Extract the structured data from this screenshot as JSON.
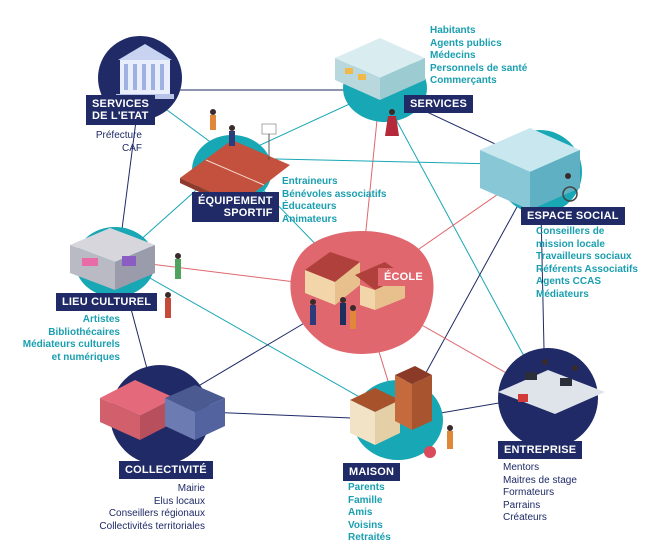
{
  "colors": {
    "navy": "#1f2a66",
    "teal": "#18a7b5",
    "coral": "#e0676e",
    "label_bg": "#1f2a66",
    "text_teal": "#1a9fb0",
    "text_navy": "#1f2a66"
  },
  "nodes": {
    "services_etat": {
      "title_line1": "Services",
      "title_line2": "de l'Etat",
      "items": [
        "Préfecture",
        "CAF"
      ]
    },
    "services": {
      "title": "Services",
      "items": [
        "Habitants",
        "Agents publics",
        "Médecins",
        "Personnels de santé",
        "Commerçants"
      ]
    },
    "equipement_sportif": {
      "title_line1": "Équipement",
      "title_line2": "sportif",
      "items": [
        "Entraineurs",
        "Bénévoles associatifs",
        "Éducateurs",
        "Animateurs"
      ]
    },
    "espace_social": {
      "title": "Espace social",
      "items": [
        "Conseillers de",
        "mission locale",
        "Travailleurs sociaux",
        "Référents Associatifs",
        "Agents CCAS",
        "Médiateurs"
      ]
    },
    "ecole": {
      "title": "École"
    },
    "lieu_culturel": {
      "title": "Lieu culturel",
      "items": [
        "Artistes",
        "Bibliothécaires",
        "Médiateurs culturels",
        "et numériques"
      ]
    },
    "collectivite": {
      "title": "Collectivité",
      "items": [
        "Mairie",
        "Elus locaux",
        "Conseillers régionaux",
        "Collectivités territoriales"
      ]
    },
    "maison": {
      "title": "Maison",
      "items": [
        "Parents",
        "Famille",
        "Amis",
        "Voisins",
        "Retraités"
      ]
    },
    "entreprise": {
      "title": "Entreprise",
      "items": [
        "Mentors",
        "Maitres de stage",
        "Formateurs",
        "Parrains",
        "Créateurs"
      ]
    }
  }
}
